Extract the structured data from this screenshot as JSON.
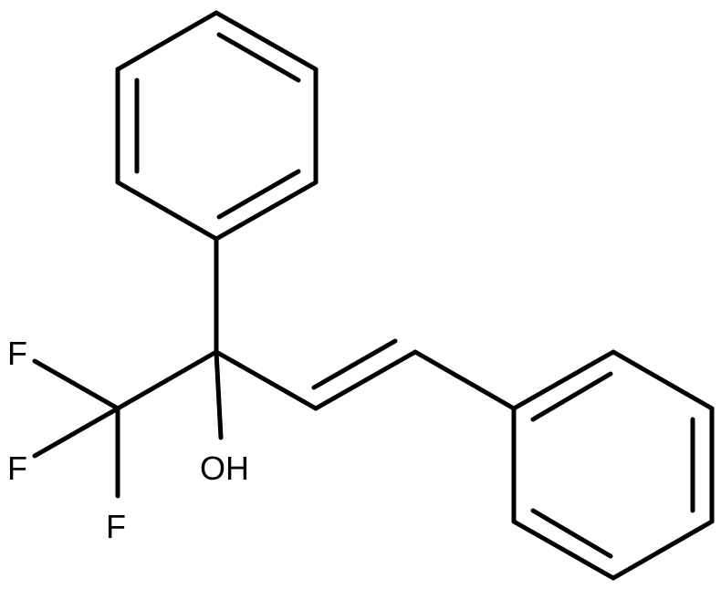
{
  "molecule": {
    "atom_labels": {
      "f1": "F",
      "f2": "F",
      "f3": "F",
      "hydroxyl": "OH"
    }
  }
}
